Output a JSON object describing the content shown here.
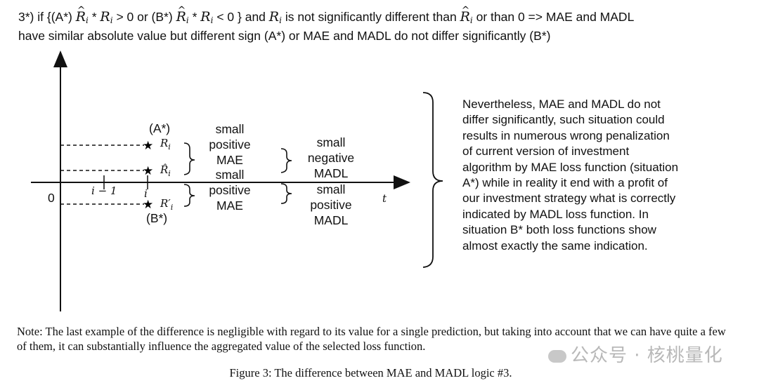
{
  "header": {
    "prefix": "3*) if {(A*)",
    "sym_R": "R",
    "sym_i": "i",
    "op_times": "*",
    "gt_part": "> 0 or (B*)",
    "lt_part": "< 0 } and",
    "mid_part": "is not significantly different than",
    "tail_part": "or than 0 => MAE and MADL",
    "line2": "have similar absolute value but different sign (A*) or MAE and MADL do not differ significantly (B*)"
  },
  "axes": {
    "origin": "0",
    "x_label": "t",
    "tick_im1": "i − 1",
    "tick_i": "i"
  },
  "points": {
    "a_star": "(A*)",
    "b_star": "(B*)",
    "R_label": "R",
    "R_sub": "i",
    "Rhat_label": "R̂",
    "Rhat_sub": "i",
    "Rprime_label": "R′",
    "Rprime_sub": "i",
    "star_symbol": "★"
  },
  "mae_labels": {
    "upper": [
      "small",
      "positive",
      "MAE"
    ],
    "lower": [
      "small",
      "positive",
      "MAE"
    ]
  },
  "madl_labels": {
    "upper": [
      "small",
      "negative",
      "MADL"
    ],
    "lower": [
      "small",
      "positive",
      "MADL"
    ]
  },
  "explanation": "Nevertheless, MAE and MADL do not differ significantly, such situation could results in numerous wrong penalization of current version of investment algorithm by MAE loss function (situation A*) while in reality it end with a profit of our investment strategy what is correctly indicated by MADL loss function. In situation B* both loss functions show almost exactly the same indication.",
  "note": "Note: The last example of the difference is negligible with regard to its value for a single prediction, but taking into account that we can have quite a few of them, it can substantially influence the aggregated value of the selected loss function.",
  "caption": "Figure 3: The difference between MAE and MADL logic #3.",
  "watermark": "公众号 · 核桃量化"
}
